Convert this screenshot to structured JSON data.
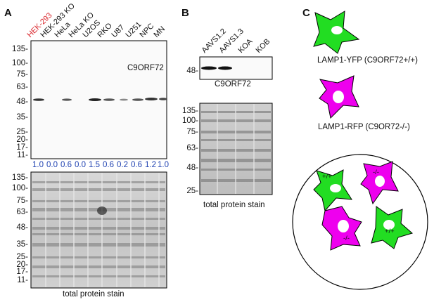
{
  "panelA": {
    "letter": "A",
    "lanes": [
      "HEK-293",
      "HEK-293 KO",
      "HeLa",
      "HeLa KO",
      "U2OS",
      "RKO",
      "U87",
      "U251",
      "NPC",
      "MN"
    ],
    "highlight_color": "#d9262c",
    "blot_label": "C9ORF72",
    "mw_top": [
      "135-",
      "100-",
      "75-",
      "63-",
      "48-",
      "35-",
      "25-",
      "20-",
      "17-",
      "11-"
    ],
    "quant": [
      "1.0",
      "0.0",
      "0.6",
      "0.0",
      "1.5",
      "0.6",
      "0.2",
      "0.6",
      "1.2",
      "1.0"
    ],
    "mw_bottom": [
      "135-",
      "100-",
      "75-",
      "63-",
      "48-",
      "35-",
      "25-",
      "20-",
      "17-",
      "11-"
    ],
    "caption": "total protein stain"
  },
  "panelB": {
    "letter": "B",
    "lanes": [
      "AAVS1.2",
      "AAVS1.3",
      "KOA",
      "KOB"
    ],
    "mw_top": [
      "48-"
    ],
    "blot_label": "C9ORF72",
    "mw_bottom": [
      "135-",
      "100-",
      "75-",
      "63-",
      "48-",
      "25-"
    ],
    "caption": "total protein stain"
  },
  "panelC": {
    "letter": "C",
    "cell1_label": "LAMP1-YFP (C9ORF72+/+)",
    "cell2_label": "LAMP1-RFP (C9OR72-/-)",
    "green_color": "#22dd22",
    "magenta_color": "#ee00ee",
    "mixed_labels": [
      "+/+",
      "-/-",
      "-/-",
      "+/+"
    ]
  }
}
